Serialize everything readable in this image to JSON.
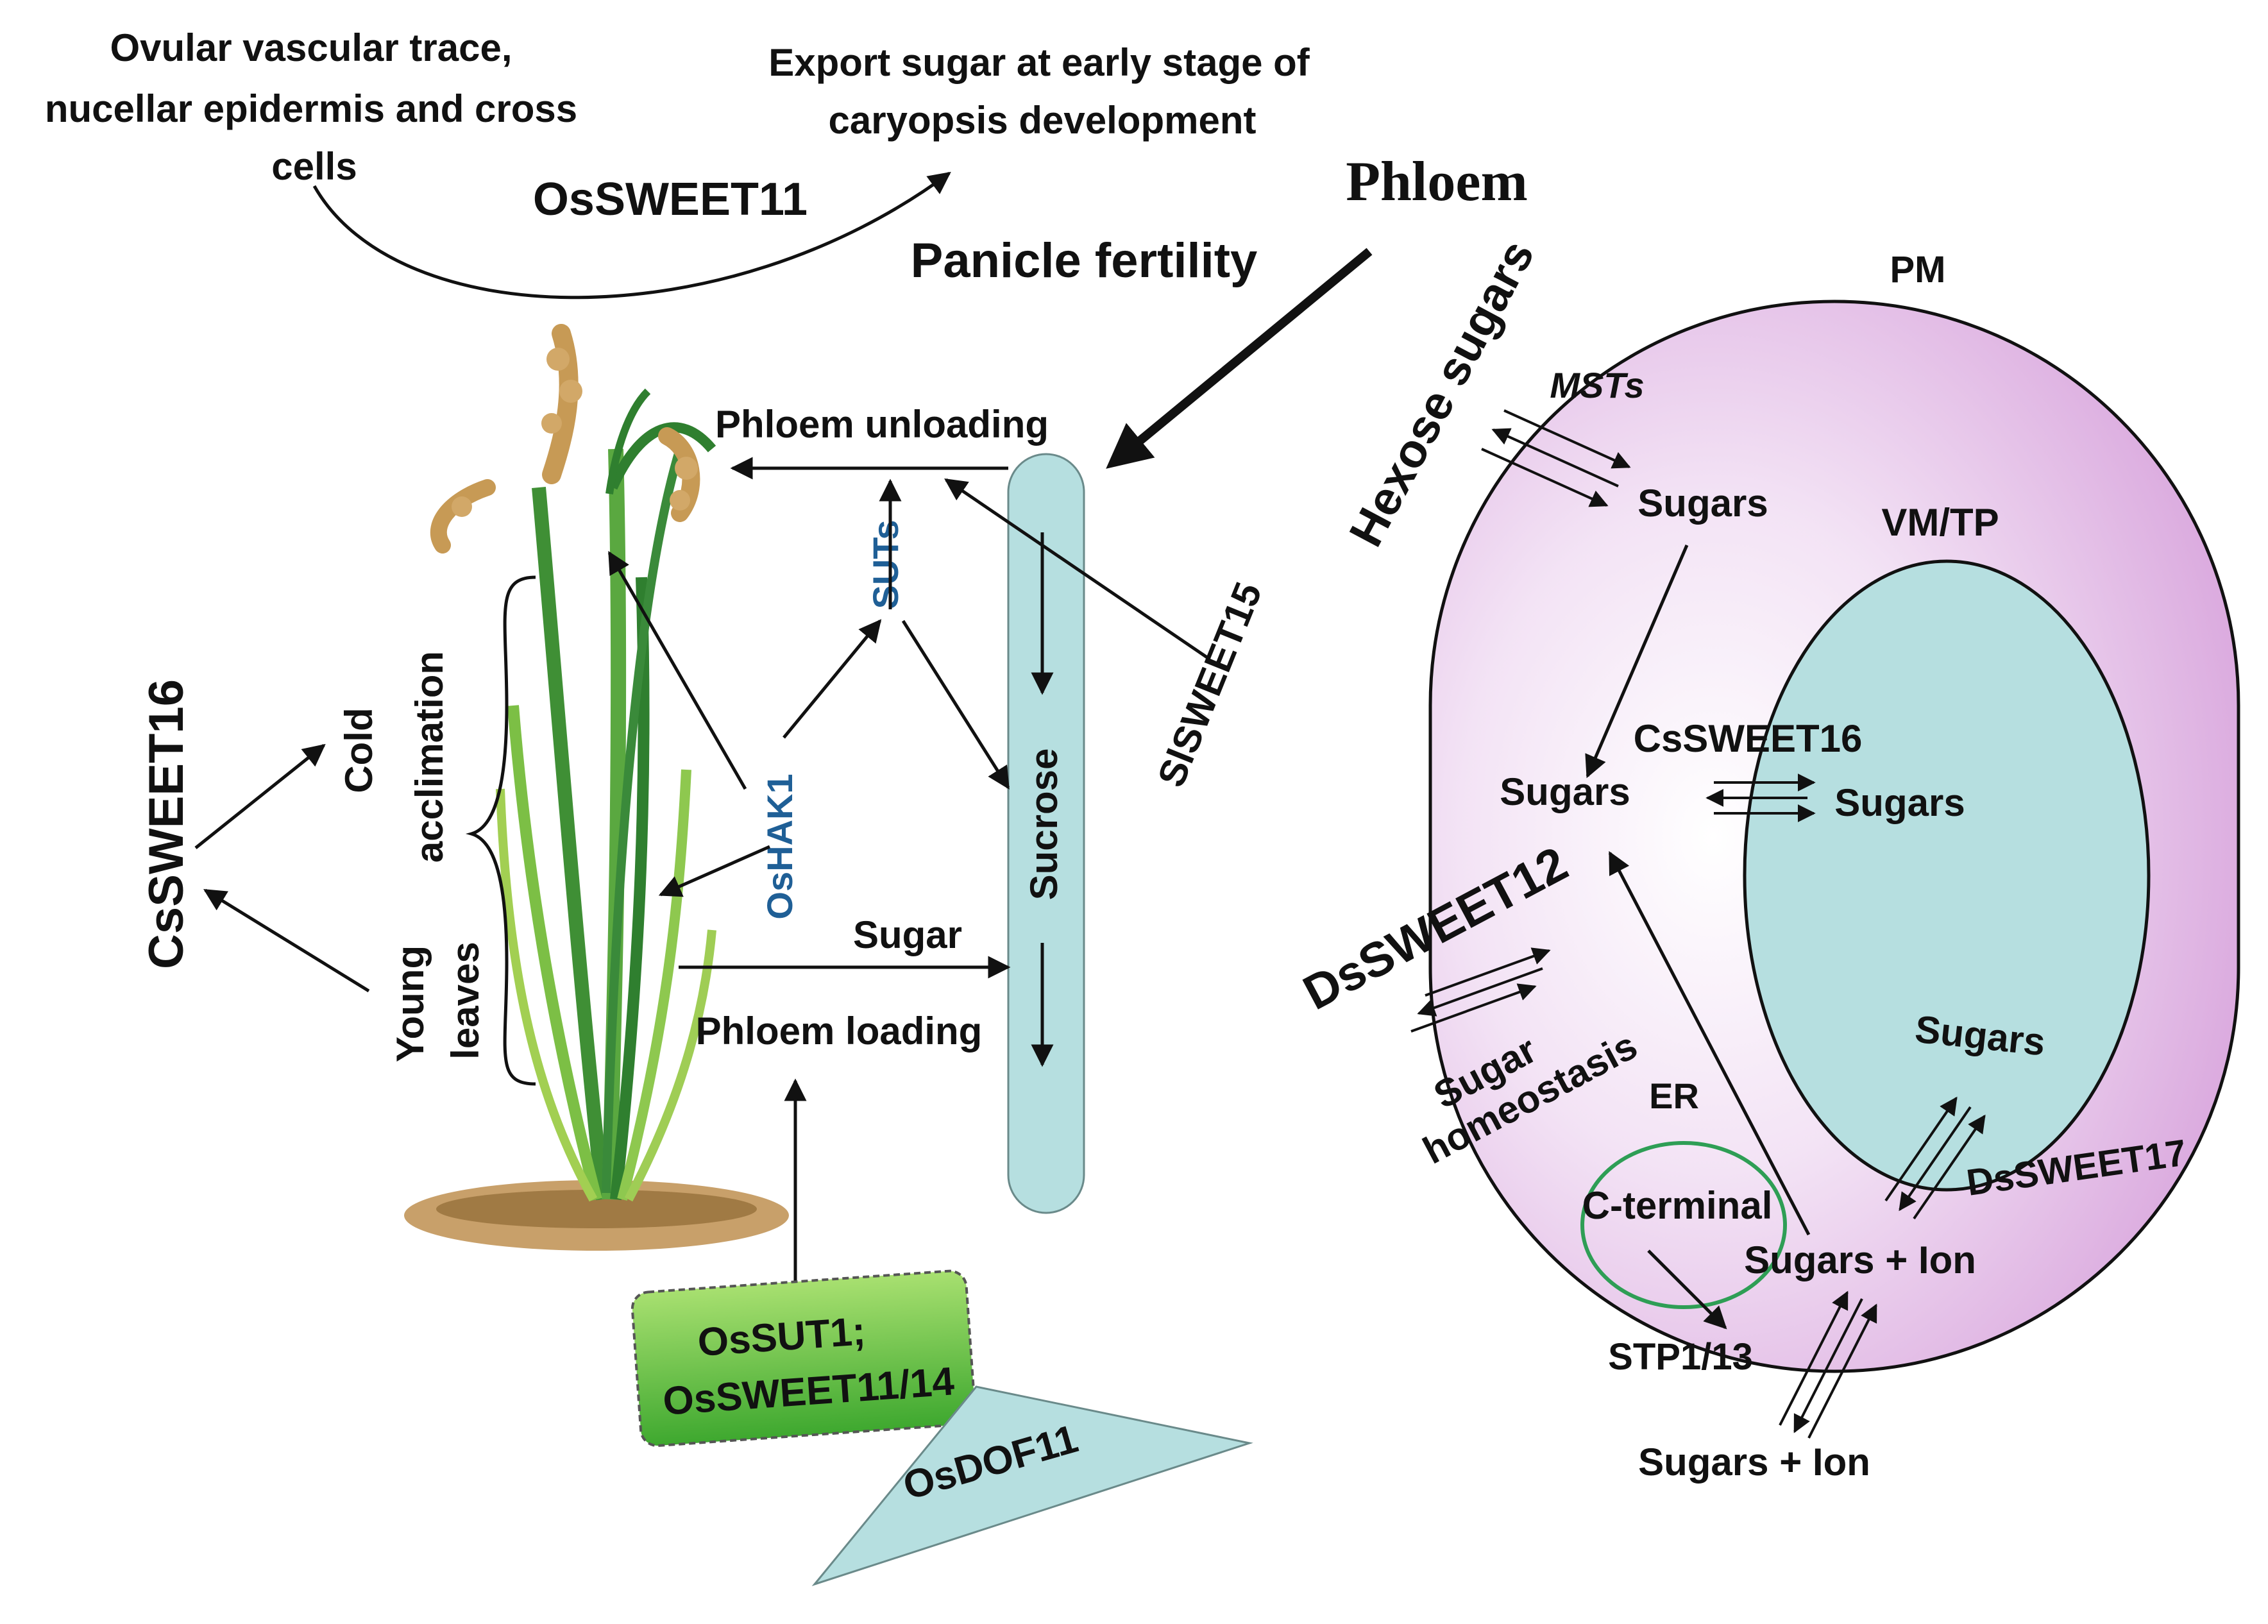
{
  "colors": {
    "cell_outer": "#d9a6dd",
    "cell_inner_highlight": "#f7eef8",
    "vacuole": "#b6dfe0",
    "phloem_tube": "#b6dfe0",
    "er_ring": "#2e9e55",
    "box_green": "#4fb83a",
    "box_green_light": "#a8e070",
    "dof_triangle": "#b6dfe0",
    "label_blue": "#1f5f96",
    "plant_green": "#4a9a3a",
    "panicle": "#c79a55",
    "soil": "#b8925e"
  },
  "icons": [
    "rice-plant-illustration",
    "phloem-tube",
    "plant-cell",
    "vacuole",
    "endoplasmic-reticulum"
  ],
  "top": {
    "ovular_text": [
      "Ovular vascular trace,",
      "nucellar epidermis and cross",
      "cells"
    ],
    "export_text": [
      "Export sugar at early stage of",
      "caryopsis development"
    ],
    "ossweet11": "OsSWEET11",
    "panicle_fertility": "Panicle fertility",
    "phloem_header": "Phloem"
  },
  "left": {
    "phloem_unloading": "Phloem unloading",
    "suts": "SUTs",
    "slsweet15": "SlSWEET15",
    "sucrose": "Sucrose",
    "oshak1": "OsHAK1",
    "sugar": "Sugar",
    "phloem_loading": "Phloem loading",
    "cold": "Cold",
    "acclimation": "acclimation",
    "young": "Young",
    "leaves": "leaves",
    "cssweet16": "CsSWEET16",
    "green_box_line1": "OsSUT1;",
    "green_box_line2": "OsSWEET11/14",
    "osdof11": "OsDOF11"
  },
  "cell": {
    "pm": "PM",
    "hexose_sugars": "Hexose sugars",
    "msts": "MSTs",
    "sugars_top": "Sugars",
    "vm_tp": "VM/TP",
    "cssweet16": "CsSWEET16",
    "sugars_mid_left": "Sugars",
    "sugars_vacuole": "Sugars",
    "dssweet12": "DsSWEET12",
    "sugar_homeostasis_line1": "Sugar",
    "sugar_homeostasis_line2": "homeostasis",
    "sugars_lower_vacuole": "Sugars",
    "er": "ER",
    "dssweet17": "DsSWEET17",
    "c_terminal": "C-terminal",
    "sugars_ion_inside": "Sugars + Ion",
    "stp": "STP1/13",
    "sugars_ion_outside": "Sugars + Ion"
  }
}
